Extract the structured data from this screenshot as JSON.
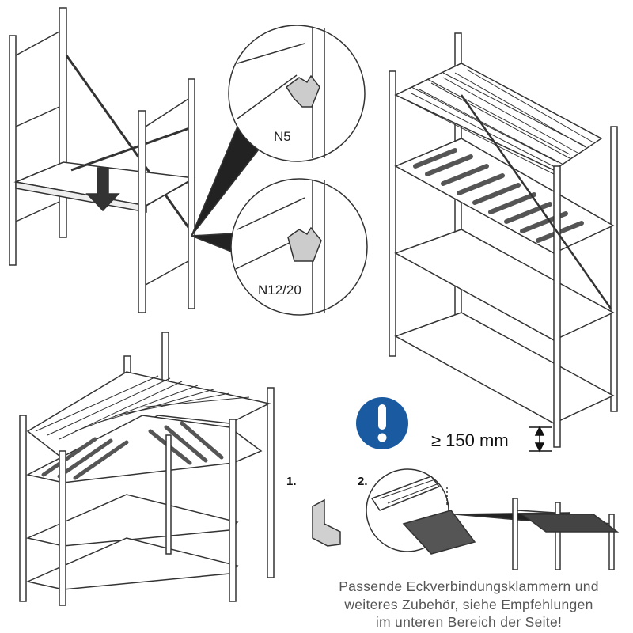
{
  "callouts": {
    "top": "N5",
    "bottom": "N12/20"
  },
  "clearance": {
    "label": "≥ 150 mm",
    "icon": "mandatory-exclamation-icon",
    "icon_color": "#1a5aa0"
  },
  "steps": {
    "one": "1.",
    "two": "2."
  },
  "note": {
    "line1": "Passende Eckverbindungsklammern und",
    "line2": "weiteres Zubehör, siehe Empfehlungen",
    "line3": "im unteren Bereich der Seite!"
  }
}
